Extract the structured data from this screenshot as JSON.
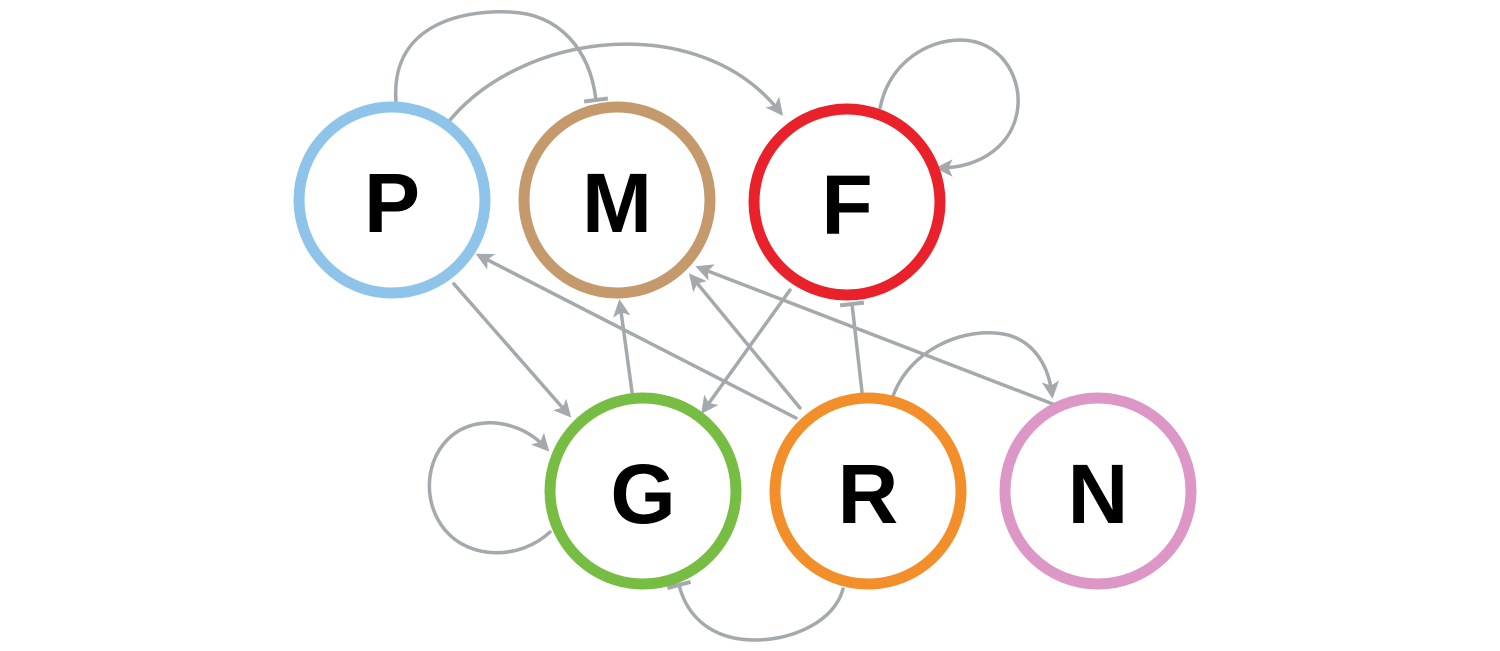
{
  "edge_color": "#a4a9ad",
  "nodes": [
    {
      "id": "P",
      "label": "P",
      "color": "#8ec4ea"
    },
    {
      "id": "M",
      "label": "M",
      "color": "#c49a6c"
    },
    {
      "id": "F",
      "label": "F",
      "color": "#e8212a"
    },
    {
      "id": "G",
      "label": "G",
      "color": "#77bc43"
    },
    {
      "id": "R",
      "label": "R",
      "color": "#f38f2a"
    },
    {
      "id": "N",
      "label": "N",
      "color": "#dc97c6"
    }
  ],
  "edges": [
    {
      "from": "P",
      "to": "M",
      "type": "inhibition"
    },
    {
      "from": "P",
      "to": "F",
      "type": "activation"
    },
    {
      "from": "P",
      "to": "G",
      "type": "activation"
    },
    {
      "from": "F",
      "to": "F",
      "type": "activation"
    },
    {
      "from": "F",
      "to": "G",
      "type": "activation"
    },
    {
      "from": "G",
      "to": "G",
      "type": "activation"
    },
    {
      "from": "G",
      "to": "M",
      "type": "activation"
    },
    {
      "from": "R",
      "to": "P",
      "type": "activation"
    },
    {
      "from": "R",
      "to": "M",
      "type": "activation"
    },
    {
      "from": "R",
      "to": "F",
      "type": "inhibition"
    },
    {
      "from": "R",
      "to": "N",
      "type": "activation"
    },
    {
      "from": "R",
      "to": "G",
      "type": "inhibition"
    },
    {
      "from": "N",
      "to": "M",
      "type": "activation"
    }
  ]
}
